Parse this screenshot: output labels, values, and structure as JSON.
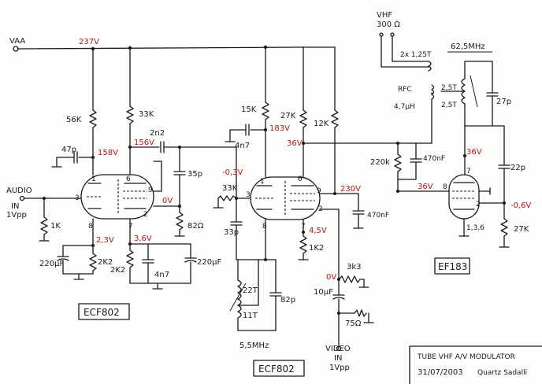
{
  "supply": {
    "label": "VAA",
    "voltage": "237V"
  },
  "vhf": {
    "line1": "VHF",
    "line2": "300 Ω",
    "balun": "2x 1,25T"
  },
  "tube1": {
    "name": "ECF802",
    "voltages": {
      "triode_plate": "158V",
      "pentode_plate": "156V",
      "pentode_cathode": "0V",
      "triode_cathode": "2,3V",
      "pentode_k2": "3,6V"
    },
    "parts": {
      "r_plate1": "56K",
      "r_plate2": "33K",
      "c_coupling": "2n2",
      "c_in": "47p",
      "c_35p": "35p",
      "r_82": "82Ω",
      "r_grid": "1K",
      "r_k1": "2K2",
      "r_k2": "2K2",
      "c_k1": "220µF",
      "c_4n7": "4n7",
      "c_220_2": "220µF"
    },
    "pins": {
      "p1": "1",
      "p3": "3",
      "p6": "6",
      "p8": "8",
      "p9": "9",
      "p2": "2",
      "p7": "7"
    }
  },
  "audio": {
    "line1": "AUDIO",
    "line2": "IN",
    "line3": "1Vpp"
  },
  "tube2": {
    "name": "ECF802",
    "voltages": {
      "grid": "-0,3V",
      "triode_plate": "183V",
      "pentode_plate": "36V",
      "screen": "230V",
      "cathode": "4,5V",
      "video_bias": "0V"
    },
    "parts": {
      "r_15k": "15K",
      "r_27k": "27K",
      "r_12k": "12K",
      "c_4n7": "4n7",
      "r_33k": "33K",
      "c_33p": "33p",
      "r_1k2": "1K2",
      "c_470": "470nF",
      "c_82p": "82p",
      "coil_22t": "22T",
      "coil_11t": "11T",
      "tank": "5,5MHz",
      "r_3k3": "3k3",
      "c_10uf": "10µF",
      "r_75": "75Ω"
    },
    "pins": {
      "p1": "1",
      "p6": "6",
      "p9": "9",
      "p8": "8",
      "p7": "7",
      "p3": "3",
      "p2": "2"
    }
  },
  "video": {
    "line1": "VIDEO",
    "line2": "IN",
    "line3": "1Vpp"
  },
  "tube3": {
    "name": "EF183",
    "freq": "62,5MHz",
    "voltages": {
      "plate": "36V",
      "grid": "36V",
      "cathode": "-0,6V"
    },
    "parts": {
      "rfc": "RFC",
      "rfc_val": "4,7µH",
      "coil_a": "2,5T",
      "coil_b": "2,5T",
      "c_27p": "27p",
      "r_220k": "220k",
      "c_470nf": "470nF",
      "c_22p": "22p",
      "r_27k": "27K"
    },
    "pins": {
      "p7": "7",
      "p8": "8",
      "p2": "2",
      "p136": "1,3,6"
    }
  },
  "titleblock": {
    "title": "TUBE VHF A/V MODULATOR",
    "date": "31/07/2003",
    "author": "Quartz Sadalli"
  }
}
